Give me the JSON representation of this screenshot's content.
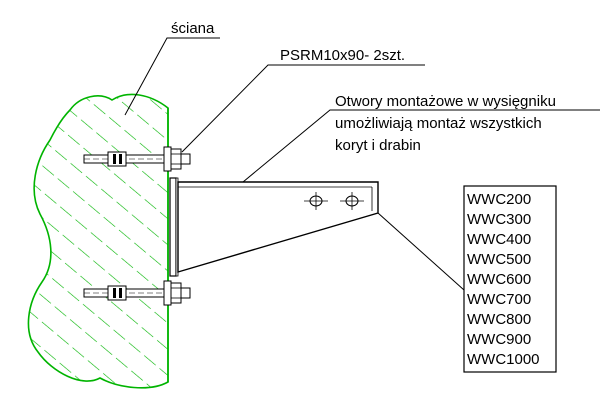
{
  "labels": {
    "wall": "ściana",
    "anchor": "PSRM10x90- 2szt.",
    "holes_line1": "Otwory montażowe w wysięgniku",
    "holes_line2": "umożliwiają montaż wszystkich",
    "holes_line3": "koryt i drabin"
  },
  "tray_codes": [
    "WWC200",
    "WWC300",
    "WWC400",
    "WWC500",
    "WWC600",
    "WWC700",
    "WWC800",
    "WWC900",
    "WWC1000"
  ],
  "colors": {
    "wall_hatch": "#00b400",
    "line": "#000000",
    "background": "#ffffff"
  }
}
